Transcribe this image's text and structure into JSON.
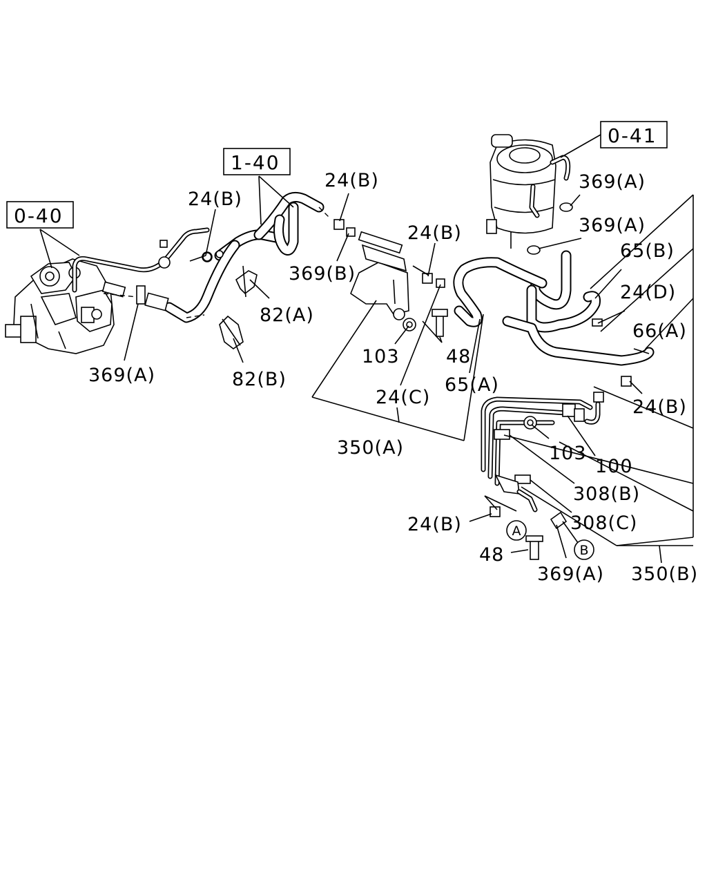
{
  "ref_boxes": [
    {
      "text": "0-40"
    },
    {
      "text": "1-40"
    },
    {
      "text": "0-41"
    }
  ],
  "labels": {
    "l24b_a": "24(B)",
    "l24b_b": "24(B)",
    "l24b_c": "24(B)",
    "l24b_d": "24(B)",
    "l24b_e": "24(B)",
    "l24c": "24(C)",
    "l24d": "24(D)",
    "l369a_a": "369(A)",
    "l369a_b": "369(A)",
    "l369a_c": "369(A)",
    "l369a_d": "369(A)",
    "l369b": "369(B)",
    "l82a": "82(A)",
    "l82b": "82(B)",
    "l103_a": "103",
    "l103_b": "103",
    "l48_a": "48",
    "l48_b": "48",
    "l65a": "65(A)",
    "l65b": "65(B)",
    "l66a": "66(A)",
    "l100": "100",
    "l308b": "308(B)",
    "l308c": "308(C)",
    "l350a": "350(A)",
    "l350b": "350(B)"
  },
  "circle_markers": [
    {
      "text": "A"
    },
    {
      "text": "B"
    }
  ]
}
